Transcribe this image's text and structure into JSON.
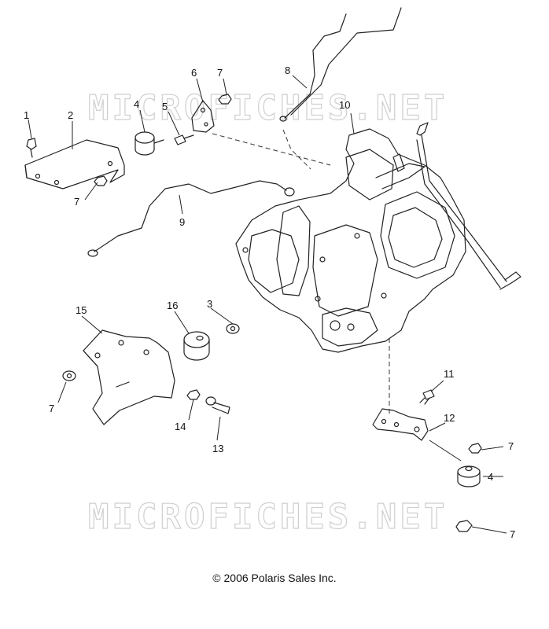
{
  "watermark": "MICROFICHES.NET",
  "copyright": "© 2006 Polaris Sales Inc.",
  "callouts": {
    "c1": "1",
    "c2": "2",
    "c3": "3",
    "c4a": "4",
    "c4b": "4",
    "c5": "5",
    "c6": "6",
    "c7a": "7",
    "c7b": "7",
    "c7c": "7",
    "c7d": "7",
    "c7e": "7",
    "c8": "8",
    "c9": "9",
    "c10": "10",
    "c11": "11",
    "c12": "12",
    "c13": "13",
    "c14": "14",
    "c15": "15",
    "c16": "16"
  }
}
